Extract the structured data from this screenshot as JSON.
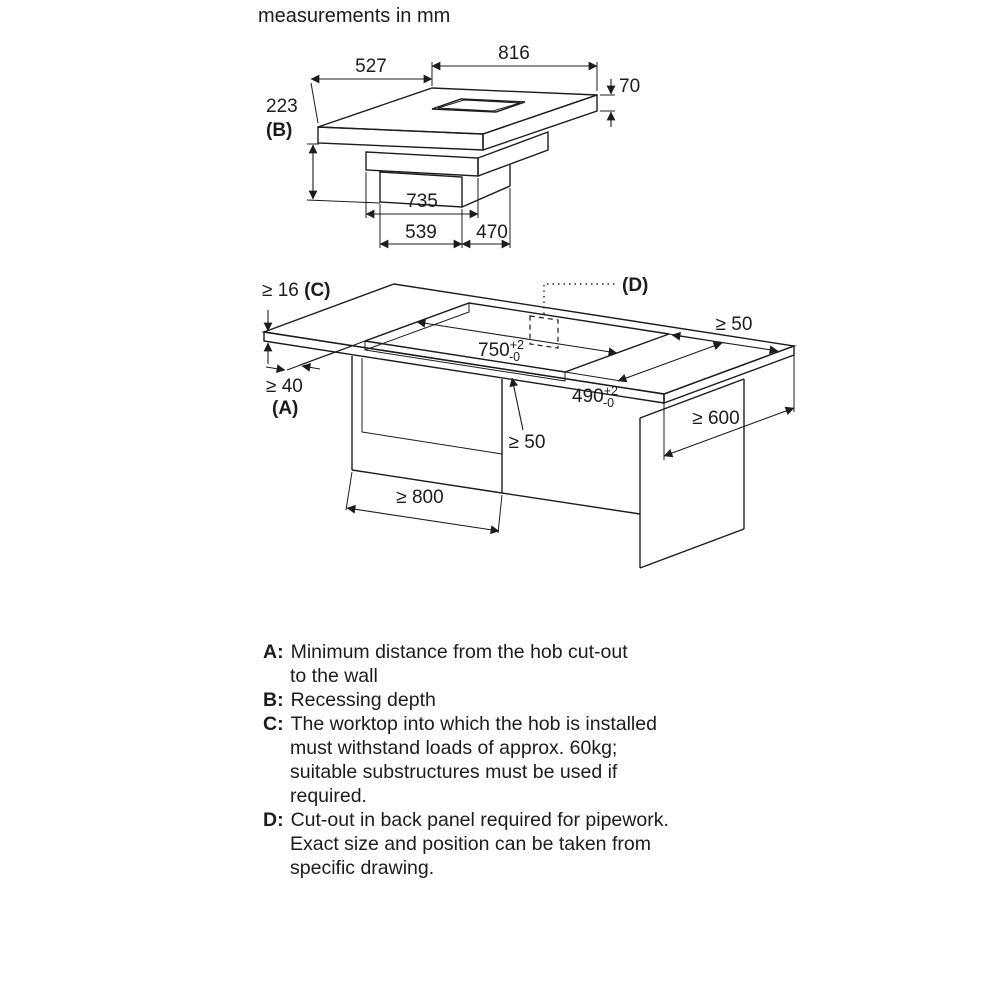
{
  "title": "measurements in mm",
  "hob_view": {
    "depth": "527",
    "width": "816",
    "recess": "223",
    "recess_ref": "(B)",
    "height": "70",
    "base_width": "735",
    "base_lower_width": "539",
    "base_lower_depth": "470"
  },
  "worktop_view": {
    "thickness_prefix": "≥ 16 ",
    "thickness_ref": "(C)",
    "pipework_ref": "(D)",
    "cutout_width": {
      "v": "750",
      "p": "+2",
      "m": "-0"
    },
    "cutout_depth": {
      "v": "490",
      "p": "+2",
      "m": "-0"
    },
    "gap_right": "≥ 50",
    "gap_front": "≥ 50",
    "gap_wall": "≥ 40",
    "gap_wall_ref": "(A)",
    "worktop_depth": "≥ 600",
    "cabinet_width": "≥ 800"
  },
  "legend": {
    "items": [
      {
        "key": "A:",
        "lines": [
          "Minimum distance from the hob cut-out",
          "to the wall"
        ]
      },
      {
        "key": "B:",
        "lines": [
          "Recessing depth"
        ]
      },
      {
        "key": "C:",
        "lines": [
          "The worktop into which the hob is installed",
          "must withstand loads of approx. 60kg;",
          "suitable substructures must be used if",
          "required."
        ]
      },
      {
        "key": "D:",
        "lines": [
          "Cut-out in back panel required for pipework.",
          "Exact size and position can be taken from",
          "specific drawing."
        ]
      }
    ]
  }
}
